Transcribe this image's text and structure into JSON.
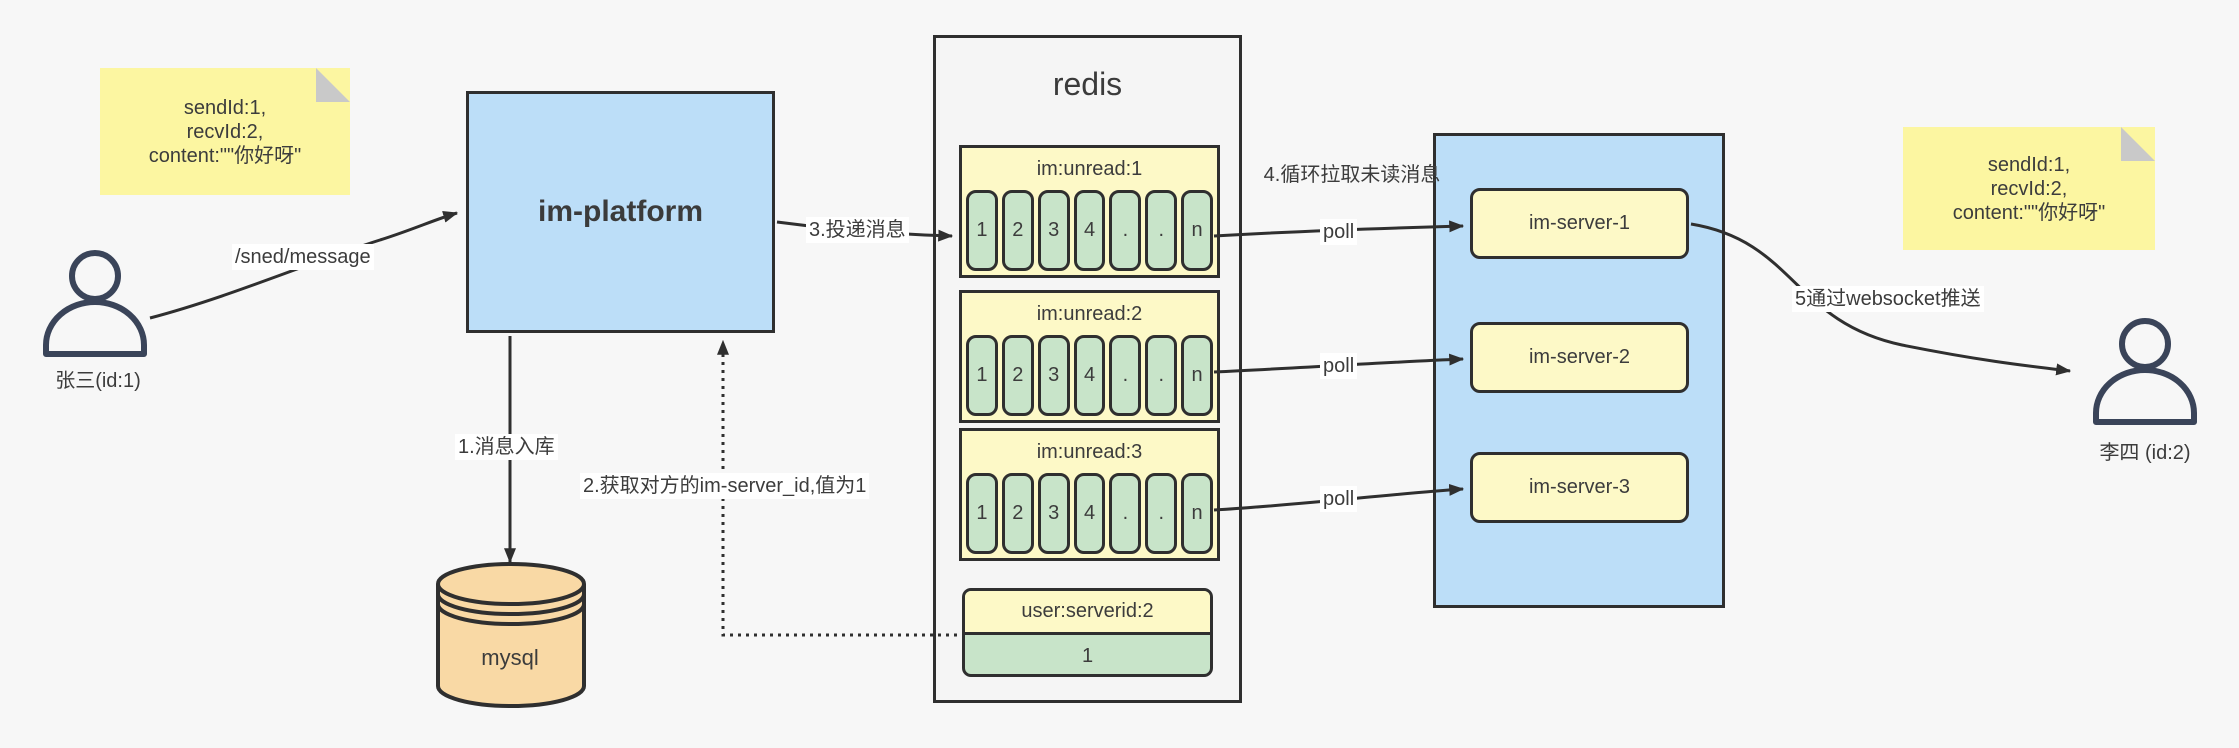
{
  "colors": {
    "canvas_bg": "#f7f7f7",
    "stroke": "#2f2f2f",
    "note_yellow": "#fcf6a1",
    "note_fold_gray": "#c9c9c9",
    "blue_fill": "#bcdef8",
    "yellow_fill": "#fdf9c7",
    "green_fill": "#c8e4c9",
    "mysql_orange": "#f9d9a5",
    "redis_bg": "#f5f5f5",
    "person_stroke": "#3a4459",
    "text": "#3c3c3c"
  },
  "sender": {
    "label": "张三(id:1)"
  },
  "receiver": {
    "label": "李四 (id:2)"
  },
  "note_left": {
    "line1": "sendId:1,",
    "line2": "recvId:2,",
    "line3": "content:\"\"你好呀\""
  },
  "note_right": {
    "line1": "sendId:1,",
    "line2": "recvId:2,",
    "line3": "content:\"\"你好呀\""
  },
  "platform": {
    "label": "im-platform"
  },
  "mysql": {
    "label": "mysql"
  },
  "redis": {
    "title": "redis",
    "queues": [
      {
        "header": "im:unread:1",
        "cells": [
          "1",
          "2",
          "3",
          "4",
          ".",
          ".",
          "n"
        ]
      },
      {
        "header": "im:unread:2",
        "cells": [
          "1",
          "2",
          "3",
          "4",
          ".",
          ".",
          "n"
        ]
      },
      {
        "header": "im:unread:3",
        "cells": [
          "1",
          "2",
          "3",
          "4",
          ".",
          ".",
          "n"
        ]
      }
    ],
    "kv": {
      "header": "user:serverid:2",
      "value": "1"
    }
  },
  "servers": [
    {
      "label": "im-server-1"
    },
    {
      "label": "im-server-2"
    },
    {
      "label": "im-server-3"
    }
  ],
  "edges": {
    "send": "/sned/message",
    "store": "1.消息入库",
    "lookup": "2.获取对方的im-server_id,值为1",
    "deliver": "3.投递消息",
    "pull_note": "4.循环拉取未读消息",
    "poll_1": "poll",
    "poll_2": "poll",
    "poll_3": "poll",
    "push": "5通过websocket推送"
  }
}
